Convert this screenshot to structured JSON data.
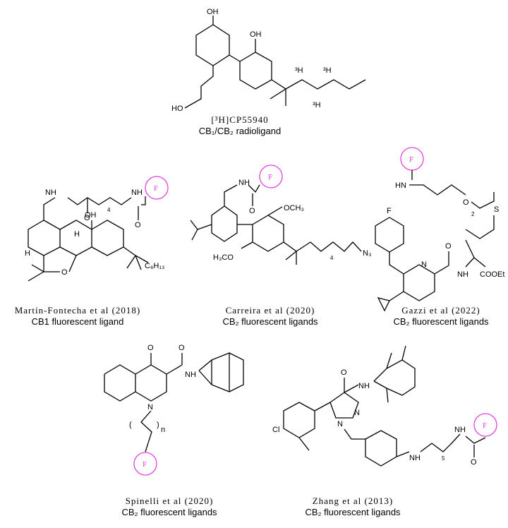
{
  "compounds": [
    {
      "name": "[³H]CP55940",
      "desc": "CB₁/CB₂ radioligand"
    },
    {
      "name": "Martín-Fontecha et al (2018)",
      "desc": "CB1 fluorescent ligand"
    },
    {
      "name": "Carreira et al (2020)",
      "desc": "CB₂ fluorescent ligands"
    },
    {
      "name": "Gazzi et al (2022)",
      "desc": "CB₂ fluorescent ligands"
    },
    {
      "name": "Spinelli et al (2020)",
      "desc": "CB₂ fluorescent ligands"
    },
    {
      "name": "Zhang et al (2013)",
      "desc": "CB₂ fluorescent ligands"
    }
  ],
  "fluorophore_label": "F",
  "atom_labels": {
    "oh": "OH",
    "ho": "HO",
    "h3": "³H",
    "h": "H",
    "hn": "HN",
    "nh": "NH",
    "n": "N",
    "o": "O",
    "s": "S",
    "f": "F",
    "cl": "Cl",
    "n3": "N₃",
    "och3": "OCH₃",
    "h3co": "H₃CO",
    "cooet": "COOEt",
    "c6h13": "C₆H₁₃",
    "n4": "4",
    "n2": "2",
    "n5": "5",
    "nn": "n"
  },
  "colors": {
    "fluorophore": "#e040e0",
    "ink": "#000000"
  }
}
